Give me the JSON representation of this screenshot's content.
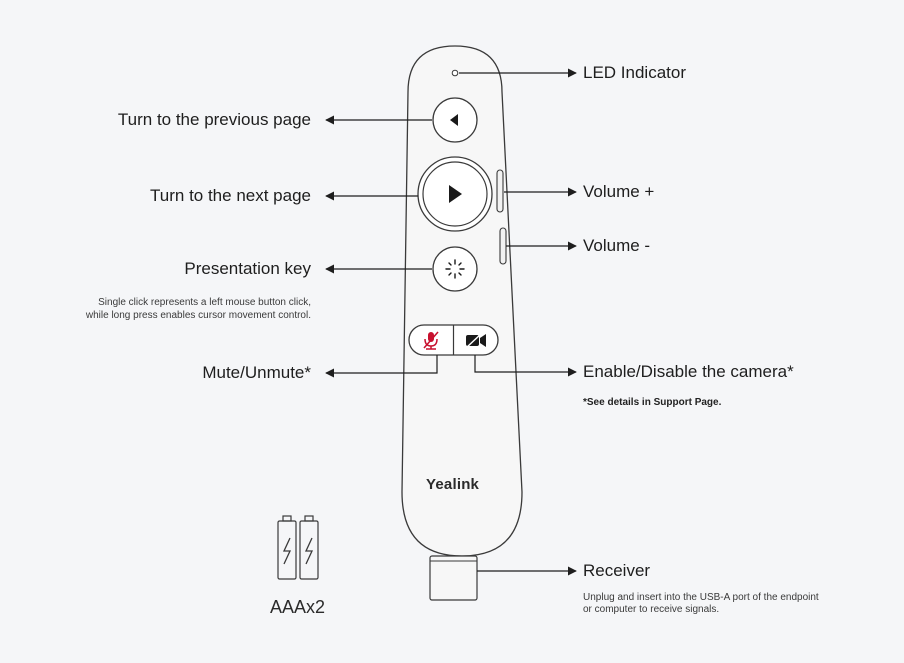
{
  "labels": {
    "led": "LED Indicator",
    "prev": "Turn to the previous page",
    "next": "Turn to the next page",
    "vol_up": "Volume +",
    "vol_down": "Volume -",
    "presentation": "Presentation key",
    "presentation_note_1": "Single click represents a left mouse button click,",
    "presentation_note_2": "while long press enables cursor movement control.",
    "mute": "Mute/Unmute*",
    "camera": "Enable/Disable the camera*",
    "camera_note": "*See details in Support Page.",
    "receiver": "Receiver",
    "receiver_note_1": "Unplug and insert into the USB-A port of the endpoint",
    "receiver_note_2": "or computer to receive signals."
  },
  "brand": "Yealink",
  "battery": "AAAx2",
  "colors": {
    "background": "#f5f6f8",
    "device": "#f7f7f7",
    "outline": "#3a3a3a",
    "mute_icon": "#c8102e",
    "text": "#1e1e1e"
  }
}
